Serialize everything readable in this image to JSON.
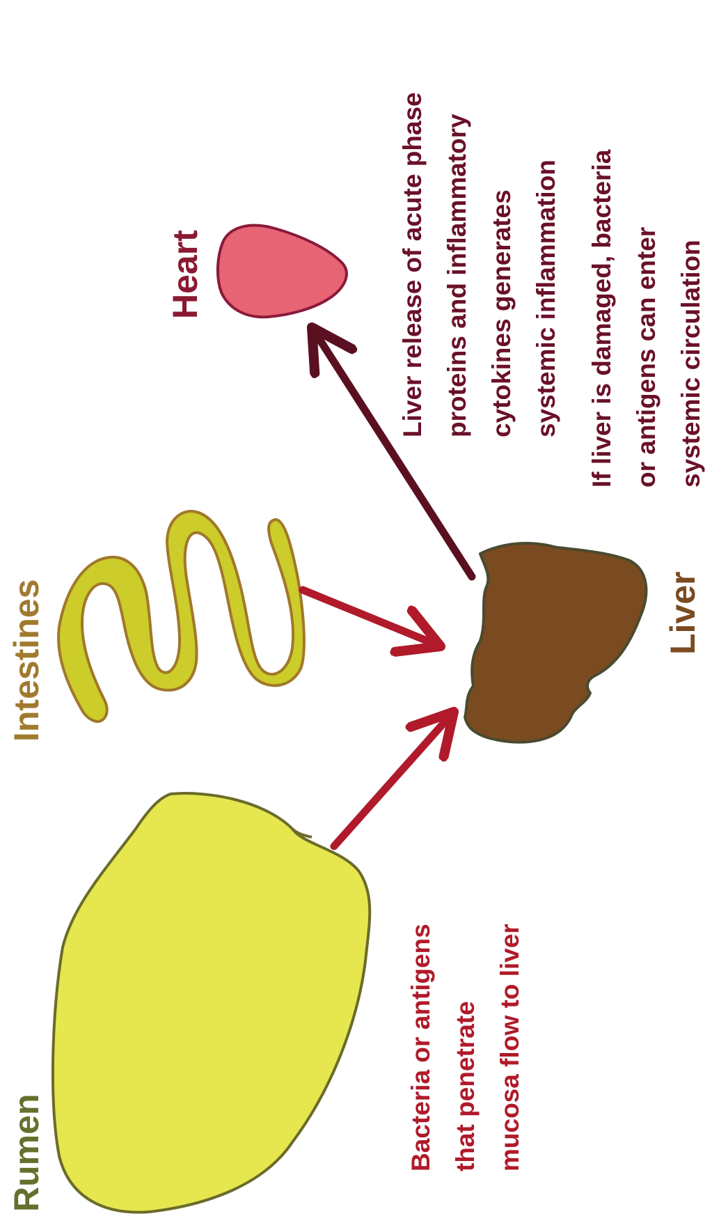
{
  "labels": {
    "rumen": "Rumen",
    "intestines": "Intestines",
    "liver": "Liver",
    "heart": "Heart"
  },
  "annotations": {
    "rumen_to_liver": [
      "Bacteria or antigens",
      "that penetrate",
      "mucosa flow to liver"
    ],
    "liver_inflammation": [
      "Liver release of acute phase",
      "proteins and inflammatory",
      "cytokines generates",
      "systemic inflammation"
    ],
    "liver_damage": [
      "If liver is damaged, bacteria",
      "or antigens can enter",
      "systemic circulation"
    ]
  },
  "colors": {
    "rumen_fill": "#e6e64f",
    "rumen_stroke": "#6b6b2a",
    "rumen_label": "#65702e",
    "intestines_fill": "#cccc2a",
    "intestines_stroke": "#a0782a",
    "intestines_label": "#a07a2e",
    "liver_fill": "#7a4a20",
    "liver_stroke": "#4a4a30",
    "liver_label": "#7a4a20",
    "heart_fill": "#e66474",
    "heart_stroke": "#8a1a3a",
    "heart_label": "#8a1a32",
    "arrow_red": "#b01a2a",
    "arrow_dark": "#5a1020",
    "text_red": "#b01a2a",
    "text_dark": "#6a1028"
  }
}
